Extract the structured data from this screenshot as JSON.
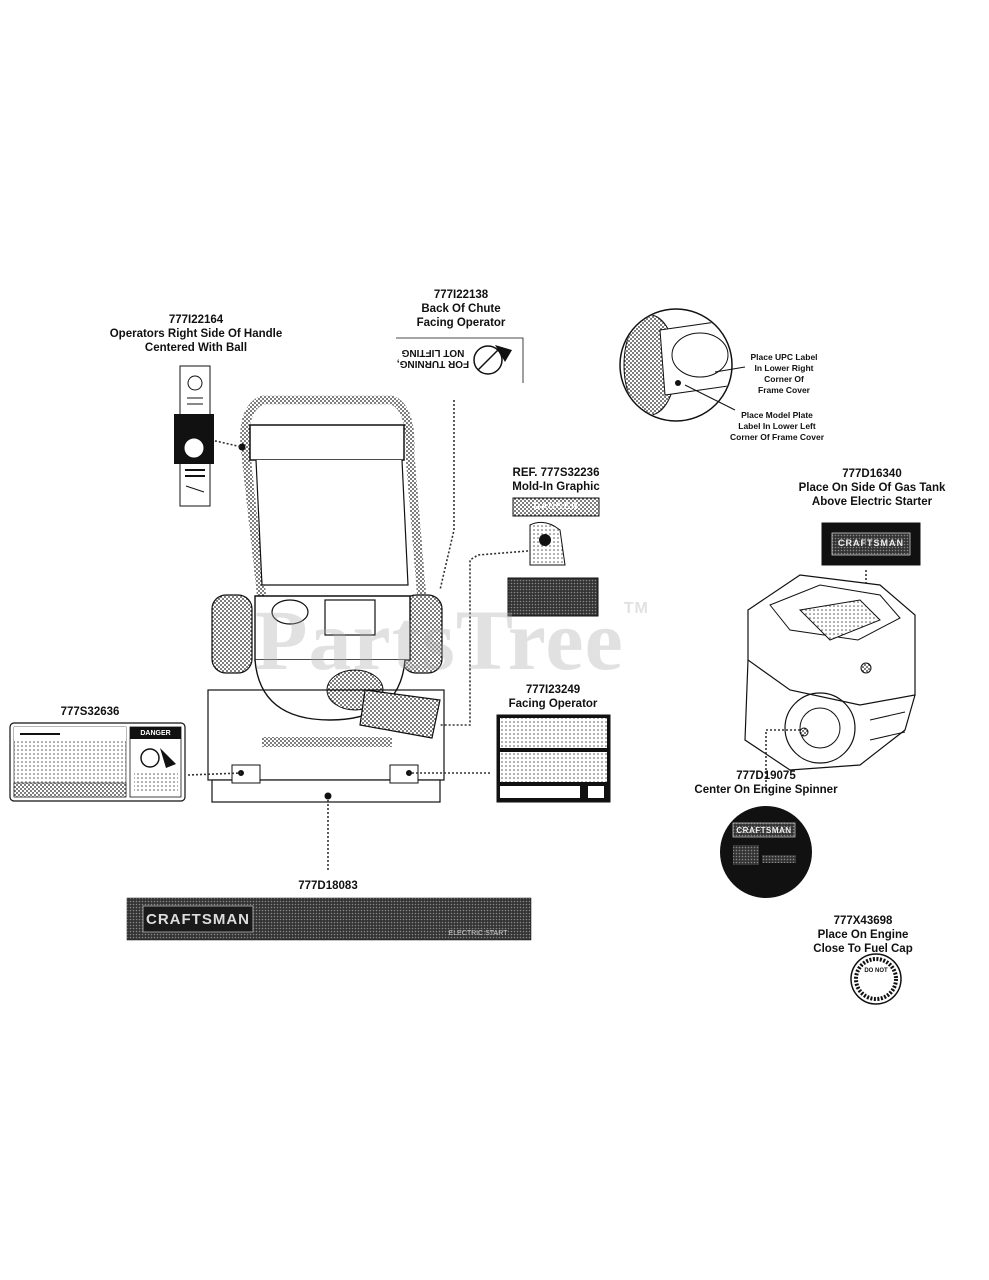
{
  "watermark": {
    "text": "PartsTree",
    "tm": "TM"
  },
  "labels": {
    "handle": {
      "part": "777I22164",
      "lines": [
        "Operators Right Side Of Handle",
        "Centered With Ball"
      ]
    },
    "chute": {
      "part": "777I22138",
      "lines": [
        "Back Of Chute",
        "Facing Operator"
      ]
    },
    "mold": {
      "part": "REF. 777S32236",
      "lines": [
        "Mold-In Graphic"
      ]
    },
    "gas_tank": {
      "part": "777D16340",
      "lines": [
        "Place On Side Of Gas Tank",
        "Above Electric Starter"
      ]
    },
    "left_decal": {
      "part": "777S32636"
    },
    "operator": {
      "part": "777I23249",
      "lines": [
        "Facing Operator"
      ]
    },
    "spinner": {
      "part": "777D19075",
      "lines": [
        "Center On Engine Spinner"
      ]
    },
    "frame": {
      "part": "777D18083"
    },
    "fuel_cap": {
      "part": "777X43698",
      "lines": [
        "Place On Engine",
        "Close To Fuel Cap"
      ]
    }
  },
  "inset_notes": {
    "upc": [
      "Place UPC Label",
      "In Lower Right",
      "Corner Of",
      "Frame Cover"
    ],
    "model": [
      "Place Model Plate",
      "Label In Lower Left",
      "Corner Of Frame Cover"
    ]
  },
  "decals": {
    "chute_warning": "FOR TURNING, NOT LIFTING",
    "danger": "DANGER",
    "craftsman": "CRAFTSMAN",
    "electric_start": "ELECTRIC START",
    "do_not": "DO NOT"
  },
  "colors": {
    "ink": "#111111",
    "mid_gray": "#6a6a6a",
    "light_gray": "#cfcfcf",
    "watermark": "#aaaaaa"
  }
}
